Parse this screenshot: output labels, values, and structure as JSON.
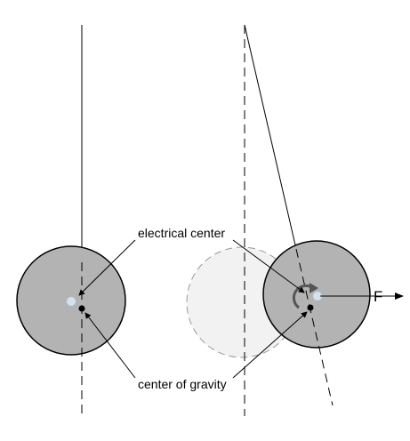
{
  "labels": {
    "electrical_center": "electrical center",
    "center_of_gravity": "center of gravity",
    "force": "F"
  },
  "colors": {
    "disk_fill": "#b3b3b3",
    "ghost_fill": "#f2f2f2",
    "electrical_center_dot": "#cfe3f2",
    "gravity_center_dot": "#000000",
    "line": "#000000",
    "dashed_outline": "#999999"
  }
}
